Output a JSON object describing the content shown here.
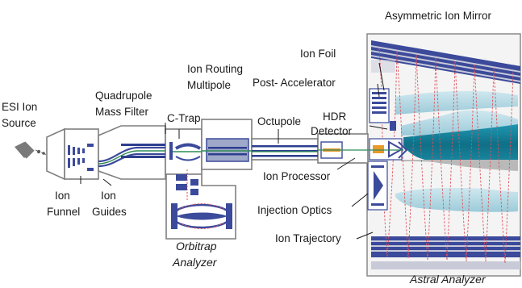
{
  "labels": {
    "esi_source": [
      "ESI Ion",
      "Source"
    ],
    "ion_funnel": [
      "Ion",
      "Funnel"
    ],
    "ion_guides": [
      "Ion",
      "Guides"
    ],
    "quadrupole": [
      "Quadrupole",
      "Mass Filter"
    ],
    "ctrap": "C-Trap",
    "ion_routing": [
      "Ion Routing",
      "Multipole"
    ],
    "octupole": "Octupole",
    "orbitrap": [
      "Orbitrap",
      "Analyzer"
    ],
    "ion_mirror": "Asymmetric Ion Mirror",
    "ion_foil": "Ion Foil",
    "post_accel": "Post- Accelerator",
    "hdr": [
      "HDR",
      "Detector"
    ],
    "ion_processor": "Ion Processor",
    "injection_optics": "Injection Optics",
    "ion_trajectory": "Ion Trajectory",
    "astral": "Astral Analyzer"
  },
  "colors": {
    "housing_stroke": "#7f7f7f",
    "housing_fill": "#ffffff",
    "electrode_blue": "#3b4a9b",
    "rod_blue": "#2d3f8f",
    "beam_green": "#2e8b57",
    "trajectory_red": "#e0505a",
    "astral_teal": "#1a8aa3",
    "astral_light": "#a9d4e0",
    "panel_grey": "#d6d6d6",
    "mirror_stripe": "#c8cad8"
  },
  "icons": {
    "esi_needle": "esi-needle-icon"
  }
}
